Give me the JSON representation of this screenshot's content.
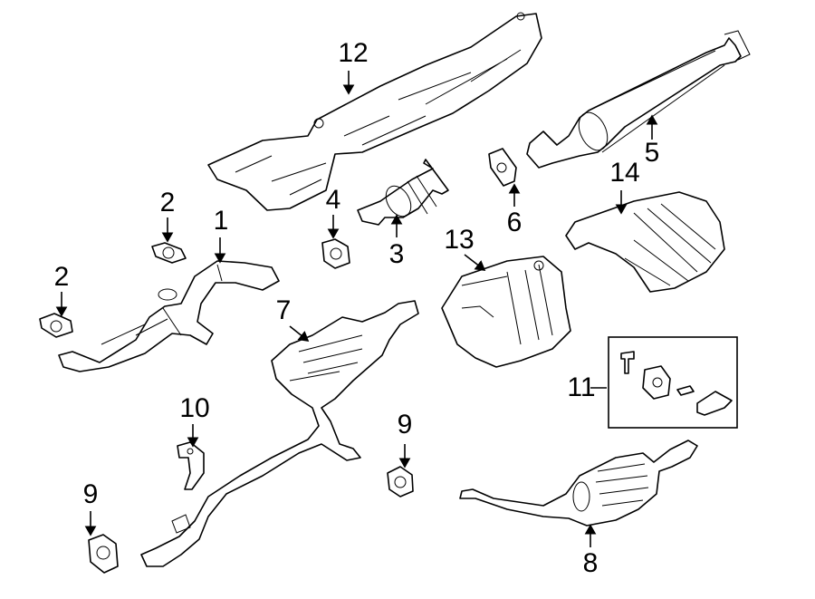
{
  "callouts": {
    "c1": "1",
    "c2a": "2",
    "c2b": "2",
    "c3": "3",
    "c4": "4",
    "c5": "5",
    "c6": "6",
    "c7": "7",
    "c8": "8",
    "c9a": "9",
    "c9b": "9",
    "c10": "10",
    "c11": "11",
    "c12": "12",
    "c13": "13",
    "c14": "14"
  }
}
